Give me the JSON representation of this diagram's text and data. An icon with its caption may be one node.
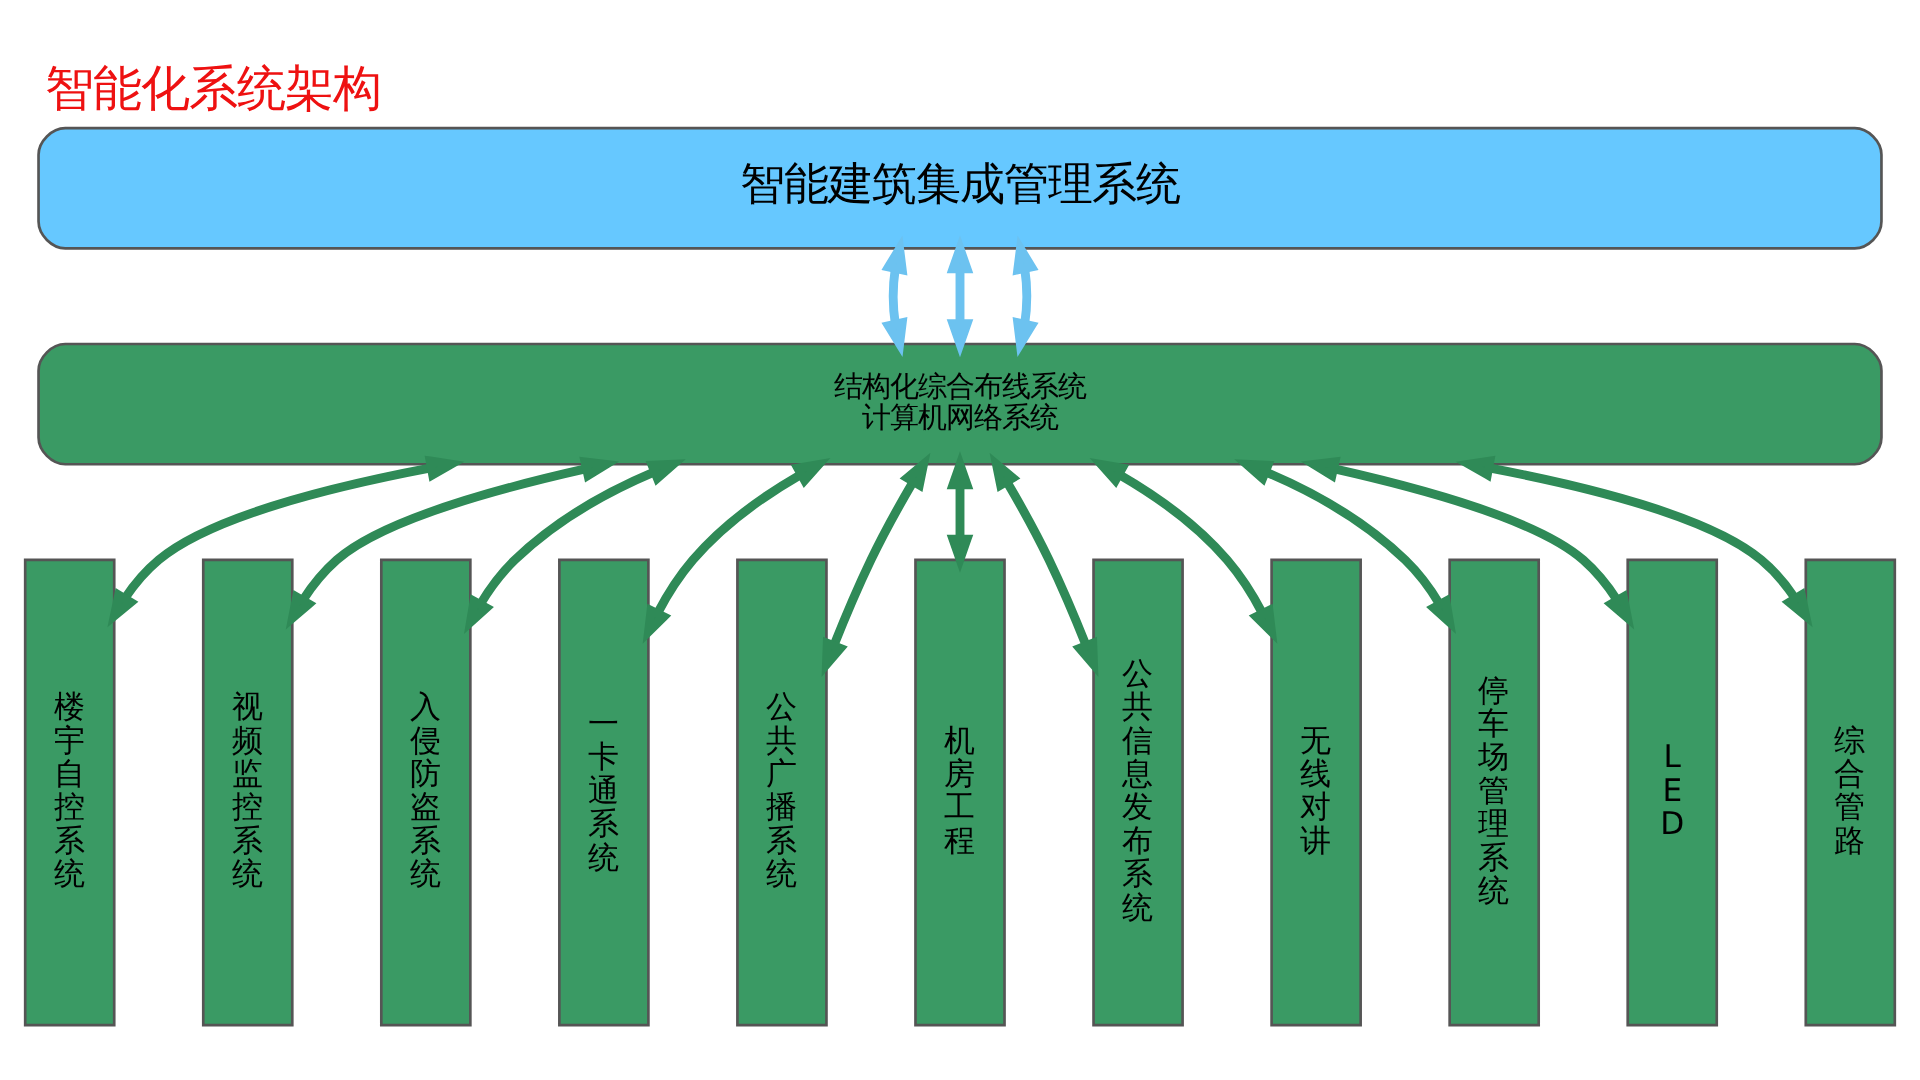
{
  "diagram": {
    "title": "智能化系统架构",
    "nodes": [
      {
        "text": [
          "智能建筑集成管理系统"
        ]
      },
      {
        "text": [
          "结构化综合布线系统",
          "计算机网络系统"
        ]
      },
      {
        "text": [
          "楼宇自控系统"
        ]
      },
      {
        "text": [
          "视频监控系统"
        ]
      },
      {
        "text": [
          "入侵防盗系统"
        ]
      },
      {
        "text": [
          "一卡通系统"
        ]
      },
      {
        "text": [
          "公共广播系统"
        ]
      },
      {
        "text": [
          "机房工程"
        ]
      },
      {
        "text": [
          "公共信息发布系统"
        ]
      },
      {
        "text": [
          "无线对讲"
        ]
      },
      {
        "text": [
          "停车场管理系统"
        ]
      },
      {
        "text": [
          "LED"
        ]
      },
      {
        "text": [
          "综合管路"
        ]
      }
    ],
    "edges": [
      {
        "from": 0,
        "to": 1,
        "arrow": "both",
        "color": "#6cc2f0"
      },
      {
        "from": 0,
        "to": 1,
        "arrow": "both",
        "color": "#6cc2f0"
      },
      {
        "from": 0,
        "to": 1,
        "arrow": "both",
        "color": "#6cc2f0"
      },
      {
        "from": 1,
        "to": 2,
        "arrow": "both"
      },
      {
        "from": 1,
        "to": 3,
        "arrow": "both"
      },
      {
        "from": 1,
        "to": 4,
        "arrow": "both"
      },
      {
        "from": 1,
        "to": 5,
        "arrow": "both"
      },
      {
        "from": 1,
        "to": 6,
        "arrow": "both"
      },
      {
        "from": 1,
        "to": 7,
        "arrow": "both"
      },
      {
        "from": 1,
        "to": 8,
        "arrow": "both"
      },
      {
        "from": 1,
        "to": 9,
        "arrow": "both"
      },
      {
        "from": 1,
        "to": 10,
        "arrow": "both"
      },
      {
        "from": 1,
        "to": 11,
        "arrow": "both"
      },
      {
        "from": 1,
        "to": 12,
        "arrow": "both"
      }
    ]
  }
}
